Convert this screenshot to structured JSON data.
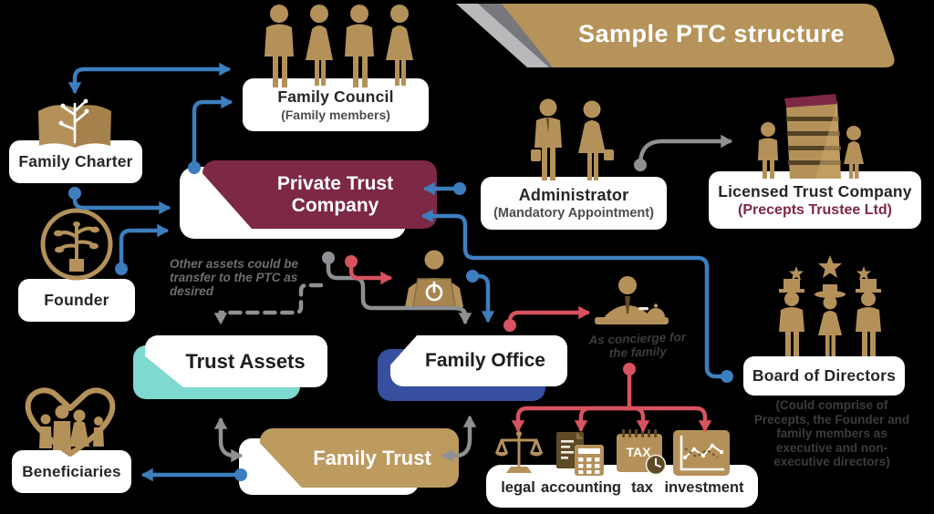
{
  "banner": {
    "title": "Sample PTC structure"
  },
  "boxes": {
    "family_council": {
      "title": "Family Council",
      "subtitle": "(Family members)"
    },
    "family_charter": {
      "label": "Family Charter"
    },
    "founder": {
      "label": "Founder"
    },
    "private_trust_company": {
      "label": "Private Trust Company"
    },
    "administrator": {
      "title": "Administrator",
      "subtitle": "(Mandatory Appointment)"
    },
    "licensed_trust_company": {
      "title": "Licensed Trust Company",
      "subtitle": "(Precepts Trustee Ltd)"
    },
    "board_of_directors": {
      "label": "Board of Directors"
    },
    "trust_assets": {
      "label": "Trust Assets"
    },
    "family_office": {
      "label": "Family Office"
    },
    "family_trust": {
      "label": "Family Trust"
    },
    "beneficiaries": {
      "label": "Beneficiaries"
    }
  },
  "notes": {
    "other_assets": "Other assets could be transfer to the PTC as desired",
    "concierge": "As concierge for the family",
    "board_composition": "(Could comprise of Precepts, the Founder and family members as executive and non-executive directors)"
  },
  "services": {
    "tax_icon_text": "TAX",
    "items": [
      {
        "label": "legal",
        "icon": "scales-icon"
      },
      {
        "label": "accounting",
        "icon": "calculator-icon"
      },
      {
        "label": "tax",
        "icon": "tax-calendar-icon"
      },
      {
        "label": "investment",
        "icon": "investment-chart-icon"
      }
    ]
  },
  "icons": {
    "family_council": "family-members-icon",
    "family_charter": "open-book-tree-icon",
    "founder": "tree-in-circle-icon",
    "administrator": "two-people-briefcase-icon",
    "licensed_trust_company": "office-building-icon",
    "board_of_directors": "three-directors-stars-icon",
    "family_office": "person-laptop-power-icon",
    "concierge": "concierge-desk-bell-icon",
    "beneficiaries": "heart-family-icon"
  },
  "colors": {
    "gold": "#b5915a",
    "maroon": "#7d2845",
    "blue": "#3d7ebf",
    "red": "#d8525f",
    "gray": "#8f9093",
    "teal": "#7fd9d0",
    "navy": "#36509f",
    "dark_brown": "#5f4a26"
  }
}
